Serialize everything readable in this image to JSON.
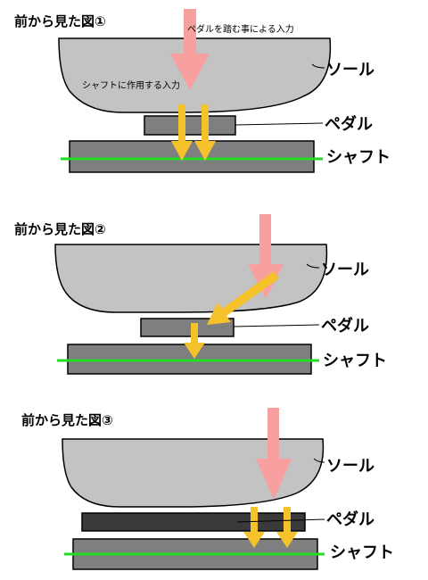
{
  "colors": {
    "sole_fill": "#c3c3c3",
    "outline": "#000000",
    "pedal_fill": "#7f7f7f",
    "pedal_dark_fill": "#3a3a3a",
    "shaft_fill": "#7f7f7f",
    "axis_line": "#22dd22",
    "pink_arrow": "#f8a0a0",
    "yellow_arrow": "#f5c22c",
    "text": "#000000"
  },
  "panels": [
    {
      "title": "前から見た図①",
      "labels": {
        "sole": "ソール",
        "pedal": "ペダル",
        "shaft": "シャフト"
      },
      "annotations": {
        "pedal_force": "ペダルを踏む事による入力",
        "shaft_force": "シャフトに作用する入力"
      }
    },
    {
      "title": "前から見た図②",
      "labels": {
        "sole": "ソール",
        "pedal": "ペダル",
        "shaft": "シャフト"
      }
    },
    {
      "title": "前から見た図③",
      "labels": {
        "sole": "ソール",
        "pedal": "ペダル",
        "shaft": "シャフト"
      }
    }
  ]
}
